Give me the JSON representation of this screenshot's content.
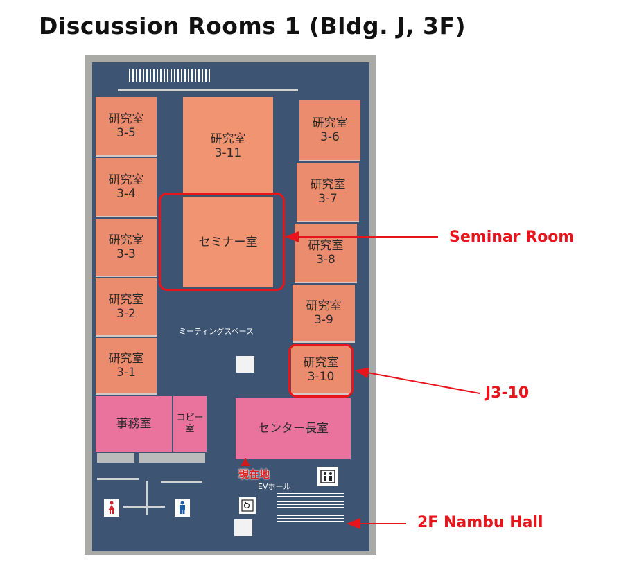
{
  "title": "Discussion Rooms 1 (Bldg. J, 3F)",
  "rooms": {
    "r35": {
      "name": "研究室",
      "num": "3-5"
    },
    "r34": {
      "name": "研究室",
      "num": "3-4"
    },
    "r33": {
      "name": "研究室",
      "num": "3-3"
    },
    "r32": {
      "name": "研究室",
      "num": "3-2"
    },
    "r31": {
      "name": "研究室",
      "num": "3-1"
    },
    "r311": {
      "name": "研究室",
      "num": "3-11"
    },
    "seminar": {
      "name": "セミナー室"
    },
    "r36": {
      "name": "研究室",
      "num": "3-6"
    },
    "r37": {
      "name": "研究室",
      "num": "3-7"
    },
    "r38": {
      "name": "研究室",
      "num": "3-8"
    },
    "r39": {
      "name": "研究室",
      "num": "3-9"
    },
    "r310": {
      "name": "研究室",
      "num": "3-10"
    },
    "office": {
      "name": "事務室"
    },
    "copy": {
      "name": "コピー室"
    },
    "director": {
      "name": "センター長室"
    }
  },
  "labels": {
    "meeting_space": "ミーティングスペース",
    "current_location": "現在地",
    "ev_hall": "EVホール"
  },
  "callouts": {
    "seminar": "Seminar Room",
    "j310": "J3-10",
    "nambu": "2F Nambu Hall"
  },
  "colors": {
    "corridor": "#3d5572",
    "lab_room": "#ec8c6e",
    "pink_room": "#e9739c",
    "highlight": "#e8141c"
  },
  "icons": [
    "female-restroom-icon",
    "male-restroom-icon",
    "elevator-icon",
    "accessible-restroom-icon",
    "current-location-marker-icon"
  ]
}
